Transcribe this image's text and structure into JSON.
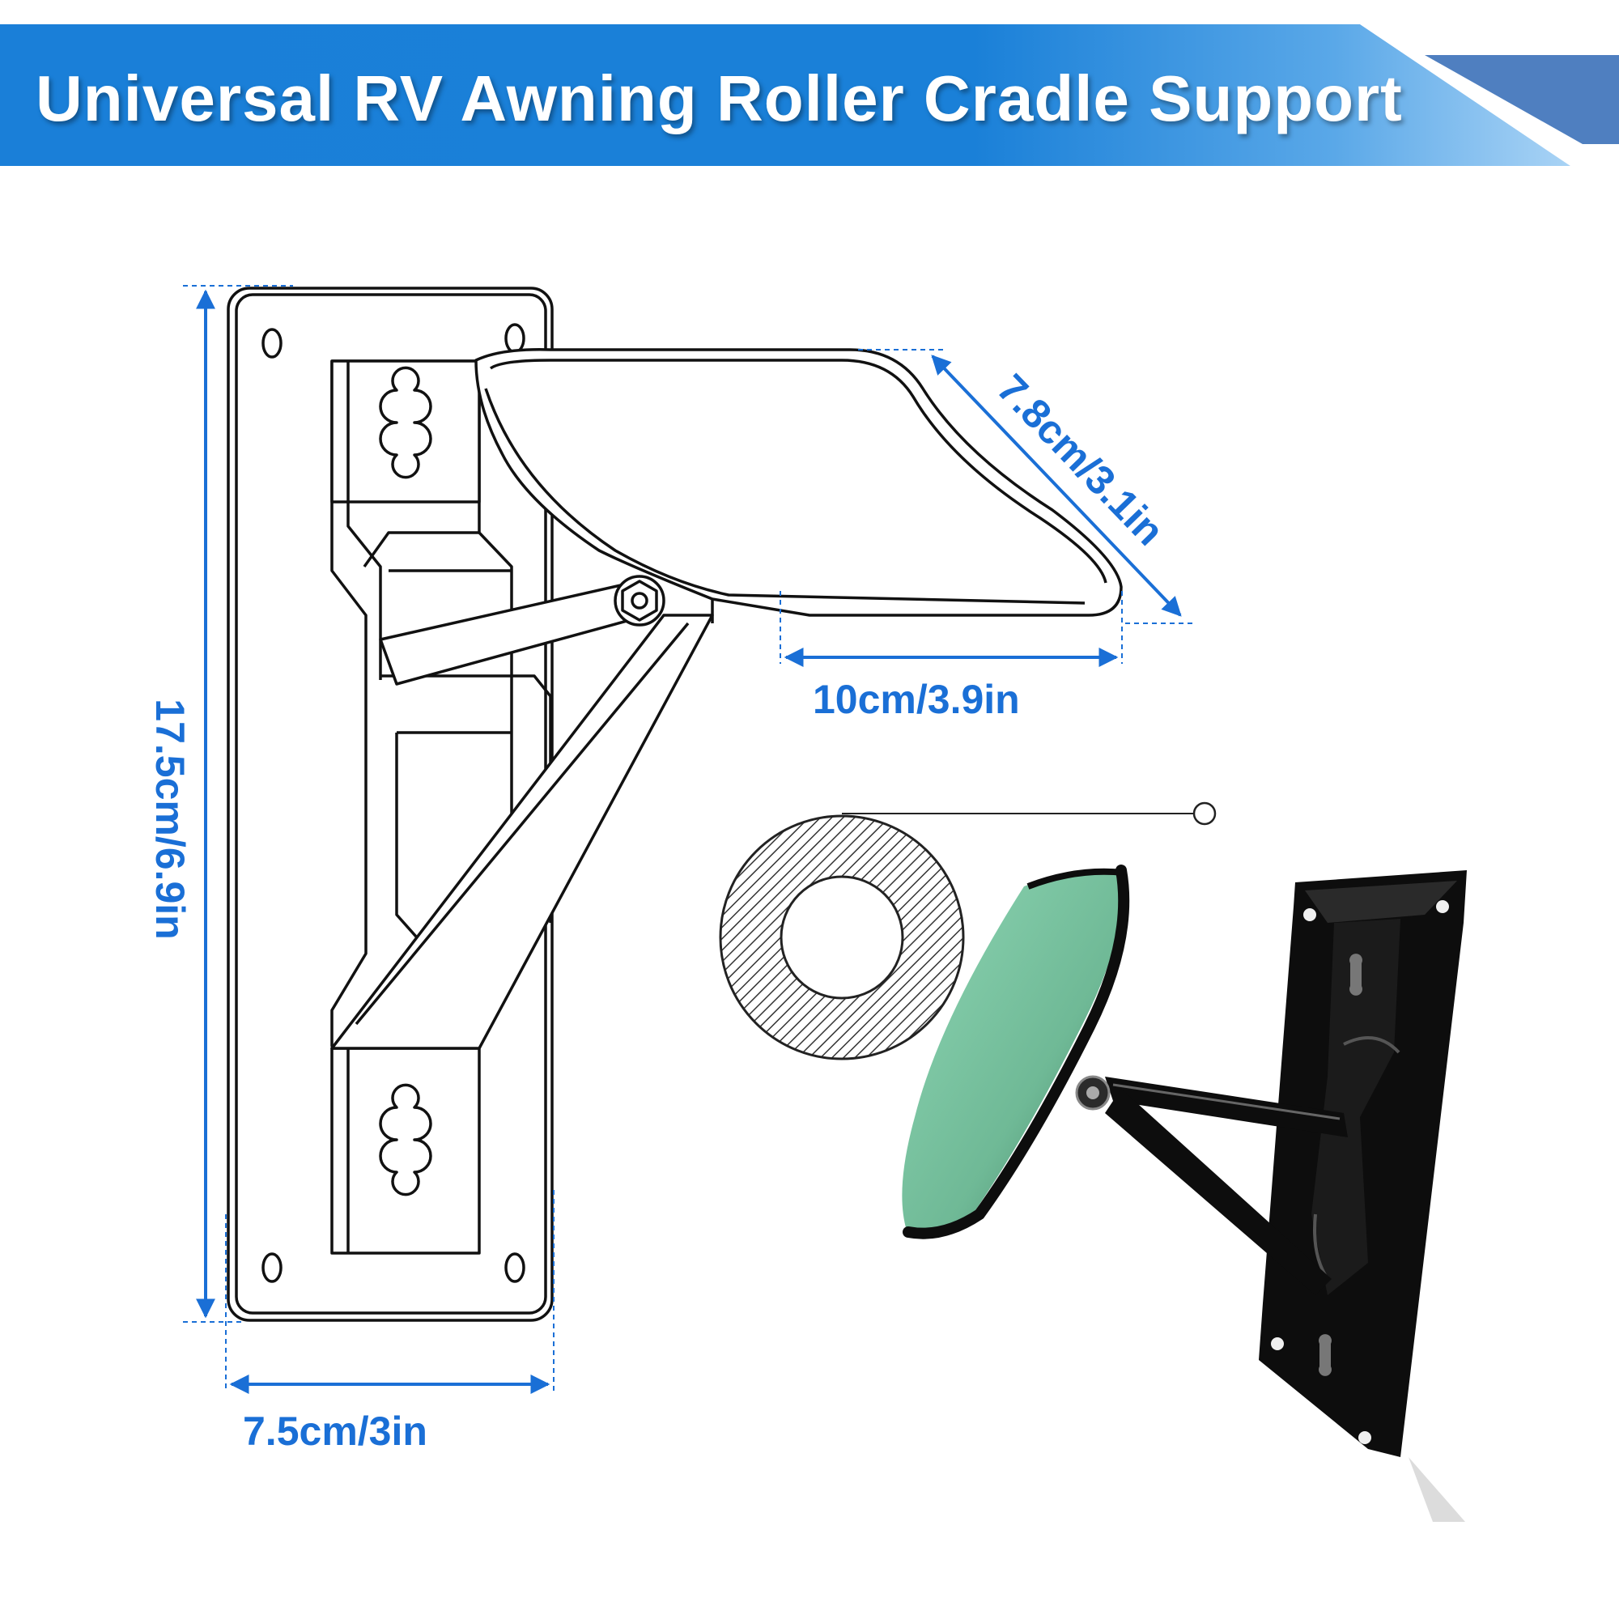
{
  "header": {
    "title": "Universal RV Awning Roller Cradle Support",
    "banner_color": "#1a7fd8",
    "banner_highlight": "#8ec4f0"
  },
  "dimensions": {
    "height": "17.5cm/6.9in",
    "width": "7.5cm/3in",
    "cradle_length": "10cm/3.9in",
    "cradle_depth": "7.8cm/3.1in"
  },
  "colors": {
    "dimension": "#1a6fd6",
    "outline": "#111111",
    "pad": "#8ed6b4",
    "metal": "#0d0d0d"
  }
}
